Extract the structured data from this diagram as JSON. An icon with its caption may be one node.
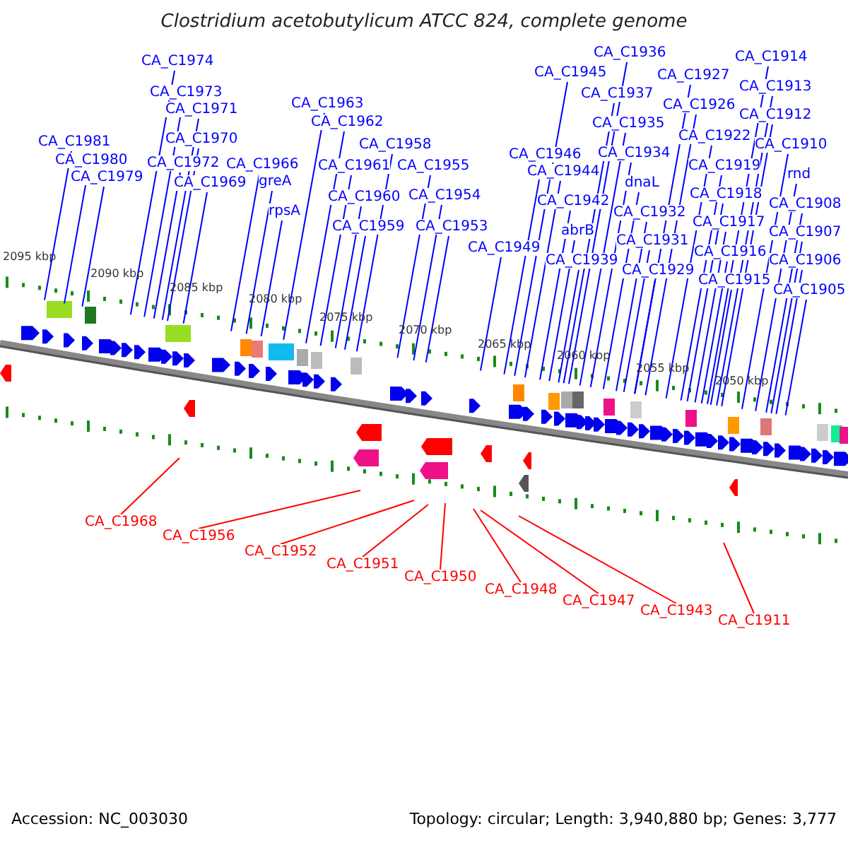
{
  "diagram": {
    "title": "Clostridium acetobutylicum ATCC 824, complete genome",
    "nodes": [
      {
        "text": [
          "CA_C1974"
        ]
      },
      {
        "text": [
          "CA_C1973"
        ]
      },
      {
        "text": [
          "CA_C1971"
        ]
      },
      {
        "text": [
          "CA_C1970"
        ]
      },
      {
        "text": [
          "CA_C1981"
        ]
      },
      {
        "text": [
          "CA_C1980"
        ]
      },
      {
        "text": [
          "CA_C1972"
        ]
      },
      {
        "text": [
          "CA_C1966"
        ]
      },
      {
        "text": [
          "CA_C1979"
        ]
      },
      {
        "text": [
          "CA_C1969"
        ]
      },
      {
        "text": [
          "greA"
        ]
      },
      {
        "text": [
          "rpsA"
        ]
      },
      {
        "text": [
          "CA_C1963"
        ]
      },
      {
        "text": [
          "CA_C1962"
        ]
      },
      {
        "text": [
          "CA_C1958"
        ]
      },
      {
        "text": [
          "CA_C1961"
        ]
      },
      {
        "text": [
          "CA_C1955"
        ]
      },
      {
        "text": [
          "CA_C1960"
        ]
      },
      {
        "text": [
          "CA_C1954"
        ]
      },
      {
        "text": [
          "CA_C1959"
        ]
      },
      {
        "text": [
          "CA_C1953"
        ]
      },
      {
        "text": [
          "CA_C1949"
        ]
      },
      {
        "text": [
          "CA_C1945"
        ]
      },
      {
        "text": [
          "CA_C1936"
        ]
      },
      {
        "text": [
          "CA_C1937"
        ]
      },
      {
        "text": [
          "CA_C1935"
        ]
      },
      {
        "text": [
          "CA_C1927"
        ]
      },
      {
        "text": [
          "CA_C1926"
        ]
      },
      {
        "text": [
          "CA_C1914"
        ]
      },
      {
        "text": [
          "CA_C1913"
        ]
      },
      {
        "text": [
          "CA_C1912"
        ]
      },
      {
        "text": [
          "CA_C1922"
        ]
      },
      {
        "text": [
          "CA_C1910"
        ]
      },
      {
        "text": [
          "CA_C1946"
        ]
      },
      {
        "text": [
          "CA_C1934"
        ]
      },
      {
        "text": [
          "CA_C1919"
        ]
      },
      {
        "text": [
          "CA_C1944"
        ]
      },
      {
        "text": [
          "rnd"
        ]
      },
      {
        "text": [
          "dnaL"
        ]
      },
      {
        "text": [
          "CA_C1918"
        ]
      },
      {
        "text": [
          "CA_C1942"
        ]
      },
      {
        "text": [
          "CA_C1908"
        ]
      },
      {
        "text": [
          "CA_C1932"
        ]
      },
      {
        "text": [
          "CA_C1917"
        ]
      },
      {
        "text": [
          "abrB"
        ]
      },
      {
        "text": [
          "CA_C1907"
        ]
      },
      {
        "text": [
          "CA_C1931"
        ]
      },
      {
        "text": [
          "CA_C1939"
        ]
      },
      {
        "text": [
          "CA_C1916"
        ]
      },
      {
        "text": [
          "CA_C1906"
        ]
      },
      {
        "text": [
          "CA_C1929"
        ]
      },
      {
        "text": [
          "CA_C1915"
        ]
      },
      {
        "text": [
          "CA_C1905"
        ]
      },
      {
        "text": [
          "CA_C1968"
        ]
      },
      {
        "text": [
          "CA_C1956"
        ]
      },
      {
        "text": [
          "CA_C1952"
        ]
      },
      {
        "text": [
          "CA_C1951"
        ]
      },
      {
        "text": [
          "CA_C1950"
        ]
      },
      {
        "text": [
          "CA_C1948"
        ]
      },
      {
        "text": [
          "CA_C1947"
        ]
      },
      {
        "text": [
          "CA_C1943"
        ]
      },
      {
        "text": [
          "CA_C1911"
        ]
      }
    ],
    "edges": [
      {
        "from": 0,
        "to": null,
        "arrow": "none"
      },
      {
        "from": 1,
        "to": null,
        "arrow": "none"
      },
      {
        "from": 2,
        "to": null,
        "arrow": "none"
      },
      {
        "from": 3,
        "to": null,
        "arrow": "none"
      },
      {
        "from": 4,
        "to": null,
        "arrow": "none"
      },
      {
        "from": 5,
        "to": null,
        "arrow": "none"
      },
      {
        "from": 6,
        "to": null,
        "arrow": "none"
      },
      {
        "from": 7,
        "to": null,
        "arrow": "none"
      },
      {
        "from": 8,
        "to": null,
        "arrow": "none"
      },
      {
        "from": 9,
        "to": null,
        "arrow": "none"
      },
      {
        "from": 10,
        "to": null,
        "arrow": "none"
      },
      {
        "from": 11,
        "to": null,
        "arrow": "none"
      },
      {
        "from": 12,
        "to": null,
        "arrow": "none"
      },
      {
        "from": 13,
        "to": null,
        "arrow": "none"
      },
      {
        "from": 14,
        "to": null,
        "arrow": "none"
      },
      {
        "from": 15,
        "to": null,
        "arrow": "none"
      },
      {
        "from": 16,
        "to": null,
        "arrow": "none"
      },
      {
        "from": 17,
        "to": null,
        "arrow": "none"
      },
      {
        "from": 18,
        "to": null,
        "arrow": "none"
      },
      {
        "from": 19,
        "to": null,
        "arrow": "none"
      },
      {
        "from": 20,
        "to": null,
        "arrow": "none"
      },
      {
        "from": 21,
        "to": null,
        "arrow": "none"
      },
      {
        "from": 22,
        "to": null,
        "arrow": "none"
      },
      {
        "from": 23,
        "to": null,
        "arrow": "none"
      },
      {
        "from": 24,
        "to": null,
        "arrow": "none"
      },
      {
        "from": 25,
        "to": null,
        "arrow": "none"
      },
      {
        "from": 26,
        "to": null,
        "arrow": "none"
      },
      {
        "from": 27,
        "to": null,
        "arrow": "none"
      },
      {
        "from": 28,
        "to": null,
        "arrow": "none"
      },
      {
        "from": 29,
        "to": null,
        "arrow": "none"
      },
      {
        "from": 30,
        "to": null,
        "arrow": "none"
      },
      {
        "from": 31,
        "to": null,
        "arrow": "none"
      },
      {
        "from": 32,
        "to": null,
        "arrow": "none"
      },
      {
        "from": 33,
        "to": null,
        "arrow": "none"
      },
      {
        "from": 34,
        "to": null,
        "arrow": "none"
      },
      {
        "from": 35,
        "to": null,
        "arrow": "none"
      },
      {
        "from": 36,
        "to": null,
        "arrow": "none"
      },
      {
        "from": 37,
        "to": null,
        "arrow": "none"
      },
      {
        "from": 38,
        "to": null,
        "arrow": "none"
      },
      {
        "from": 39,
        "to": null,
        "arrow": "none"
      },
      {
        "from": 40,
        "to": null,
        "arrow": "none"
      },
      {
        "from": 41,
        "to": null,
        "arrow": "none"
      },
      {
        "from": 42,
        "to": null,
        "arrow": "none"
      },
      {
        "from": 43,
        "to": null,
        "arrow": "none"
      },
      {
        "from": 44,
        "to": null,
        "arrow": "none"
      },
      {
        "from": 45,
        "to": null,
        "arrow": "none"
      },
      {
        "from": 46,
        "to": null,
        "arrow": "none"
      },
      {
        "from": 47,
        "to": null,
        "arrow": "none"
      },
      {
        "from": 48,
        "to": null,
        "arrow": "none"
      },
      {
        "from": 49,
        "to": null,
        "arrow": "none"
      },
      {
        "from": 50,
        "to": null,
        "arrow": "none"
      },
      {
        "from": 51,
        "to": null,
        "arrow": "none"
      },
      {
        "from": 52,
        "to": null,
        "arrow": "none"
      },
      {
        "from": 53,
        "to": null,
        "arrow": "none",
        "color": "#ff0000"
      },
      {
        "from": 54,
        "to": null,
        "arrow": "none",
        "color": "#ff0000"
      },
      {
        "from": 55,
        "to": null,
        "arrow": "none",
        "color": "#ff0000"
      },
      {
        "from": 56,
        "to": null,
        "arrow": "none",
        "color": "#ff0000"
      },
      {
        "from": 57,
        "to": null,
        "arrow": "none",
        "color": "#ff0000"
      },
      {
        "from": 58,
        "to": null,
        "arrow": "none",
        "color": "#ff0000"
      },
      {
        "from": 59,
        "to": null,
        "arrow": "none",
        "color": "#ff0000"
      },
      {
        "from": 60,
        "to": null,
        "arrow": "none",
        "color": "#ff0000"
      },
      {
        "from": 61,
        "to": null,
        "arrow": "none",
        "color": "#ff0000"
      }
    ],
    "labels": [
      "2095 kbp",
      "2090 kbp",
      "2085 kbp",
      "2080 kbp",
      "2075 kbp",
      "2070 kbp",
      "2065 kbp",
      "2060 kbp",
      "2055 kbp",
      "2050 kbp",
      "Accession: NC_003030",
      "Topology: circular; Length: 3,940,880 bp; Genes: 3,777"
    ]
  }
}
